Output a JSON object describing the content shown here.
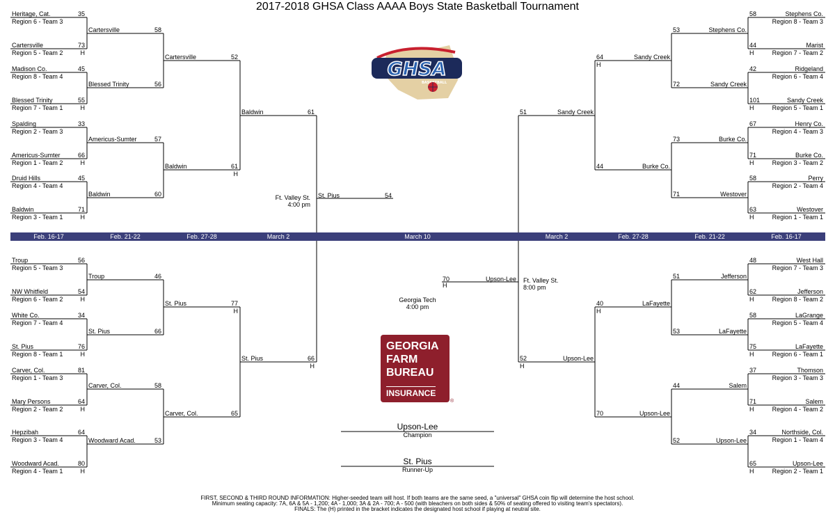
{
  "title": "2017-2018 GHSA Class AAAA Boys State Basketball Tournament",
  "dates": [
    {
      "id": "l1",
      "text": "Feb. 16-17"
    },
    {
      "id": "l2",
      "text": "Feb. 21-22"
    },
    {
      "id": "l3",
      "text": "Feb. 27-28"
    },
    {
      "id": "l4",
      "text": "March 2"
    },
    {
      "id": "f",
      "text": "March 10"
    },
    {
      "id": "r4",
      "text": "March 2"
    },
    {
      "id": "r3",
      "text": "Feb. 27-28"
    },
    {
      "id": "r2",
      "text": "Feb. 21-22"
    },
    {
      "id": "r1",
      "text": "Feb. 16-17"
    }
  ],
  "round1": [
    {
      "side": "L",
      "name": "Heritage, Cat.",
      "seed": "Region 6 - Team 3",
      "score": "35",
      "host": ""
    },
    {
      "side": "L",
      "name": "Cartersville",
      "seed": "Region 5 - Team 2",
      "score": "73",
      "host": "H"
    },
    {
      "side": "L",
      "name": "Madison Co.",
      "seed": "Region 8 - Team 4",
      "score": "45",
      "host": ""
    },
    {
      "side": "L",
      "name": "Blessed Trinity",
      "seed": "Region 7 - Team 1",
      "score": "55",
      "host": "H"
    },
    {
      "side": "L",
      "name": "Spalding",
      "seed": "Region 2 - Team 3",
      "score": "33",
      "host": ""
    },
    {
      "side": "L",
      "name": "Americus-Sumter",
      "seed": "Region 1 - Team 2",
      "score": "66",
      "host": "H"
    },
    {
      "side": "L",
      "name": "Druid Hills",
      "seed": "Region 4 - Team 4",
      "score": "45",
      "host": ""
    },
    {
      "side": "L",
      "name": "Baldwin",
      "seed": "Region 3 - Team 1",
      "score": "71",
      "host": "H"
    },
    {
      "side": "L",
      "name": "Troup",
      "seed": "Region 5 - Team 3",
      "score": "56",
      "host": ""
    },
    {
      "side": "L",
      "name": "NW Whitfield",
      "seed": "Region 6 - Team 2",
      "score": "54",
      "host": "H"
    },
    {
      "side": "L",
      "name": "White Co.",
      "seed": "Region 7 - Team 4",
      "score": "34",
      "host": ""
    },
    {
      "side": "L",
      "name": "St. Pius",
      "seed": "Region 8 - Team 1",
      "score": "76",
      "host": "H"
    },
    {
      "side": "L",
      "name": "Carver, Col.",
      "seed": "Region 1 - Team 3",
      "score": "81",
      "host": ""
    },
    {
      "side": "L",
      "name": "Mary Persons",
      "seed": "Region 2 - Team 2",
      "score": "64",
      "host": "H"
    },
    {
      "side": "L",
      "name": "Hepzibah",
      "seed": "Region 3 - Team 4",
      "score": "64",
      "host": ""
    },
    {
      "side": "L",
      "name": "Woodward Acad.",
      "seed": "Region 4 - Team 1",
      "score": "80",
      "host": "H"
    },
    {
      "side": "R",
      "name": "Stephens Co.",
      "seed": "Region 8 - Team 3",
      "score": "58",
      "host": ""
    },
    {
      "side": "R",
      "name": "Marist",
      "seed": "Region 7 - Team 2",
      "score": "44",
      "host": "H"
    },
    {
      "side": "R",
      "name": "Ridgeland",
      "seed": "Region 6 - Team 4",
      "score": "42",
      "host": ""
    },
    {
      "side": "R",
      "name": "Sandy Creek",
      "seed": "Region 5 - Team 1",
      "score": "101",
      "host": "H"
    },
    {
      "side": "R",
      "name": "Henry Co.",
      "seed": "Region 4 - Team 3",
      "score": "67",
      "host": ""
    },
    {
      "side": "R",
      "name": "Burke Co.",
      "seed": "Region 3 - Team 2",
      "score": "71",
      "host": "H"
    },
    {
      "side": "R",
      "name": "Perry",
      "seed": "Region 2 - Team 4",
      "score": "58",
      "host": ""
    },
    {
      "side": "R",
      "name": "Westover",
      "seed": "Region 1 - Team 1",
      "score": "63",
      "host": "H"
    },
    {
      "side": "R",
      "name": "West Hall",
      "seed": "Region 7 - Team 3",
      "score": "48",
      "host": ""
    },
    {
      "side": "R",
      "name": "Jefferson",
      "seed": "Region 8 - Team 2",
      "score": "62",
      "host": "H"
    },
    {
      "side": "R",
      "name": "LaGrange",
      "seed": "Region 5 - Team 4",
      "score": "58",
      "host": ""
    },
    {
      "side": "R",
      "name": "LaFayette",
      "seed": "Region 6 - Team 1",
      "score": "75",
      "host": "H"
    },
    {
      "side": "R",
      "name": "Thomson",
      "seed": "Region 3 - Team 3",
      "score": "37",
      "host": ""
    },
    {
      "side": "R",
      "name": "Salem",
      "seed": "Region 4 - Team 2",
      "score": "71",
      "host": "H"
    },
    {
      "side": "R",
      "name": "Northside, Col.",
      "seed": "Region 1 - Team 4",
      "score": "34",
      "host": ""
    },
    {
      "side": "R",
      "name": "Upson-Lee",
      "seed": "Region 2 - Team 1",
      "score": "65",
      "host": "H"
    }
  ],
  "round2": [
    {
      "side": "L",
      "name": "Cartersville",
      "score": "58"
    },
    {
      "side": "L",
      "name": "Blessed Trinity",
      "score": "56"
    },
    {
      "side": "L",
      "name": "Americus-Sumter",
      "score": "57"
    },
    {
      "side": "L",
      "name": "Baldwin",
      "score": "60"
    },
    {
      "side": "L",
      "name": "Troup",
      "score": "46"
    },
    {
      "side": "L",
      "name": "St. Pius",
      "score": "66"
    },
    {
      "side": "L",
      "name": "Carver, Col.",
      "score": "58"
    },
    {
      "side": "L",
      "name": "Woodward Acad.",
      "score": "53"
    },
    {
      "side": "R",
      "name": "Stephens Co.",
      "score": "53"
    },
    {
      "side": "R",
      "name": "Sandy Creek",
      "score": "72"
    },
    {
      "side": "R",
      "name": "Burke Co.",
      "score": "73"
    },
    {
      "side": "R",
      "name": "Westover",
      "score": "71"
    },
    {
      "side": "R",
      "name": "Jefferson",
      "score": "51"
    },
    {
      "side": "R",
      "name": "LaFayette",
      "score": "53"
    },
    {
      "side": "R",
      "name": "Salem",
      "score": "44"
    },
    {
      "side": "R",
      "name": "Upson-Lee",
      "score": "52"
    }
  ],
  "round3": [
    {
      "side": "L",
      "name": "Cartersville",
      "score": "52",
      "host": ""
    },
    {
      "side": "L",
      "name": "Baldwin",
      "score": "61",
      "host": "H"
    },
    {
      "side": "L",
      "name": "St. Pius",
      "score": "77",
      "host": "H"
    },
    {
      "side": "L",
      "name": "Carver, Col.",
      "score": "65",
      "host": ""
    },
    {
      "side": "R",
      "name": "Sandy Creek",
      "score": "64",
      "host": "H"
    },
    {
      "side": "R",
      "name": "Burke Co.",
      "score": "44",
      "host": ""
    },
    {
      "side": "R",
      "name": "LaFayette",
      "score": "40",
      "host": "H"
    },
    {
      "side": "R",
      "name": "Upson-Lee",
      "score": "70",
      "host": ""
    }
  ],
  "round4": [
    {
      "side": "L",
      "name": "Baldwin",
      "score": "61",
      "host": ""
    },
    {
      "side": "L",
      "name": "St. Pius",
      "score": "66",
      "host": "H"
    },
    {
      "side": "R",
      "name": "Sandy Creek",
      "score": "51",
      "host": ""
    },
    {
      "side": "R",
      "name": "Upson-Lee",
      "score": "52",
      "host": "H"
    }
  ],
  "semis": {
    "left": {
      "name": "St. Pius",
      "score": "54",
      "venue": "Ft. Valley St.",
      "time": "4:00 pm"
    },
    "right": {
      "name": "Upson-Lee",
      "score": "70",
      "host": "H",
      "venue": "Ft. Valley St.",
      "time": "8:00 pm"
    }
  },
  "final_venue": {
    "name": "Georgia Tech",
    "time": "4:00 pm"
  },
  "champion": {
    "name": "Upson-Lee",
    "label": "Champion"
  },
  "runner_up": {
    "name": "St. Pius",
    "label": "Runner-Up"
  },
  "logos": {
    "ghsa": {
      "letters": "GHSA",
      "sub": "BASKETBALL",
      "colors": {
        "navy": "#1c2a5a",
        "blue": "#2a62b0",
        "red": "#c8202f",
        "gold": "#c9a24a"
      }
    },
    "sponsor": {
      "lines": [
        "GEORGIA",
        "FARM",
        "BUREAU",
        "INSURANCE"
      ],
      "reg": "®",
      "color": "#8e1f2c"
    }
  },
  "footer": [
    "FIRST, SECOND & THIRD ROUND INFORMATION: Higher-seeded team will host. If both teams are the same seed, a \"universal\" GHSA coin flip will determine the host school.",
    "Minimum seating capacity: 7A, 6A & 5A - 1,200; 4A - 1,000; 3A & 2A - 700; A - 500 (with bleachers on both sides & 50% of seating offered to visiting team's spectators).",
    "FINALS: The (H) printed in the bracket indicates the designated host school if playing at neutral site."
  ]
}
